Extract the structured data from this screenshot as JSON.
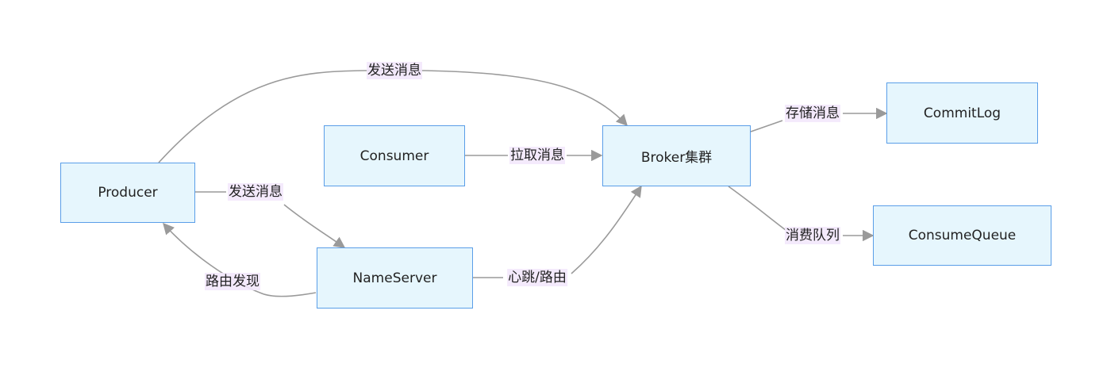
{
  "nodes": {
    "producer": "Producer",
    "consumer": "Consumer",
    "broker": "Broker集群",
    "nameserver": "NameServer",
    "commitlog": "CommitLog",
    "consumequeue": "ConsumeQueue"
  },
  "edges": {
    "producer_broker": "发送消息",
    "producer_nameserver": "发送消息",
    "nameserver_producer": "路由发现",
    "consumer_broker": "拉取消息",
    "nameserver_broker": "心跳/路由",
    "broker_commitlog": "存储消息",
    "broker_consumequeue": "消费队列"
  },
  "colors": {
    "node_fill": "#e6f6fd",
    "node_border": "#5a9ee8",
    "edge": "#9a9a9a",
    "label_bg": "#f3e8fc"
  }
}
